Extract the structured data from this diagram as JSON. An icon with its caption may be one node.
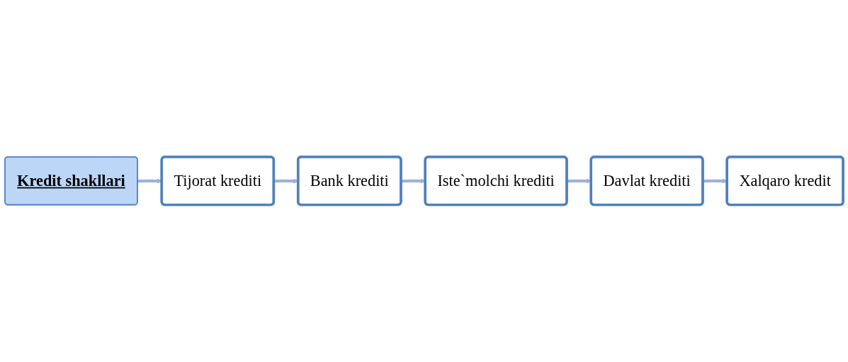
{
  "diagram": {
    "nodes": [
      {
        "text": [
          "Kredit shakllari"
        ]
      },
      {
        "text": [
          "Tijorat krediti"
        ]
      },
      {
        "text": [
          "Bank krediti"
        ]
      },
      {
        "text": [
          "Iste`molchi krediti"
        ]
      },
      {
        "text": [
          "Davlat krediti"
        ]
      },
      {
        "text": [
          "Xalqaro kredit"
        ]
      }
    ],
    "edges": [
      {
        "from": 0,
        "to": 1,
        "arrow": "to"
      },
      {
        "from": 1,
        "to": 2,
        "arrow": "to"
      },
      {
        "from": 2,
        "to": 3,
        "arrow": "to"
      },
      {
        "from": 3,
        "to": 4,
        "arrow": "to"
      },
      {
        "from": 4,
        "to": 5,
        "arrow": "to"
      }
    ]
  }
}
